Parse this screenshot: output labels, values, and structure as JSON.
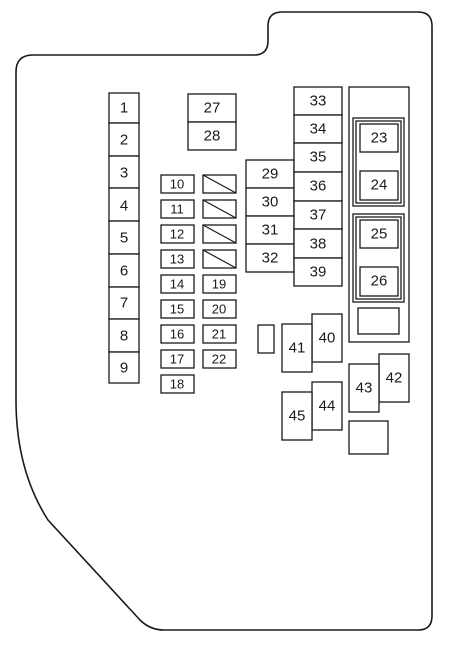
{
  "fuse_labels": {
    "f1": "1",
    "f2": "2",
    "f3": "3",
    "f4": "4",
    "f5": "5",
    "f6": "6",
    "f7": "7",
    "f8": "8",
    "f9": "9",
    "f10": "10",
    "f11": "11",
    "f12": "12",
    "f13": "13",
    "f14": "14",
    "f15": "15",
    "f16": "16",
    "f17": "17",
    "f18": "18",
    "f19": "19",
    "f20": "20",
    "f21": "21",
    "f22": "22",
    "f23": "23",
    "f24": "24",
    "f25": "25",
    "f26": "26",
    "f27": "27",
    "f28": "28",
    "f29": "29",
    "f30": "30",
    "f31": "31",
    "f32": "32",
    "f33": "33",
    "f34": "34",
    "f35": "35",
    "f36": "36",
    "f37": "37",
    "f38": "38",
    "f39": "39",
    "f40": "40",
    "f41": "41",
    "f42": "42",
    "f43": "43",
    "f44": "44",
    "f45": "45"
  }
}
